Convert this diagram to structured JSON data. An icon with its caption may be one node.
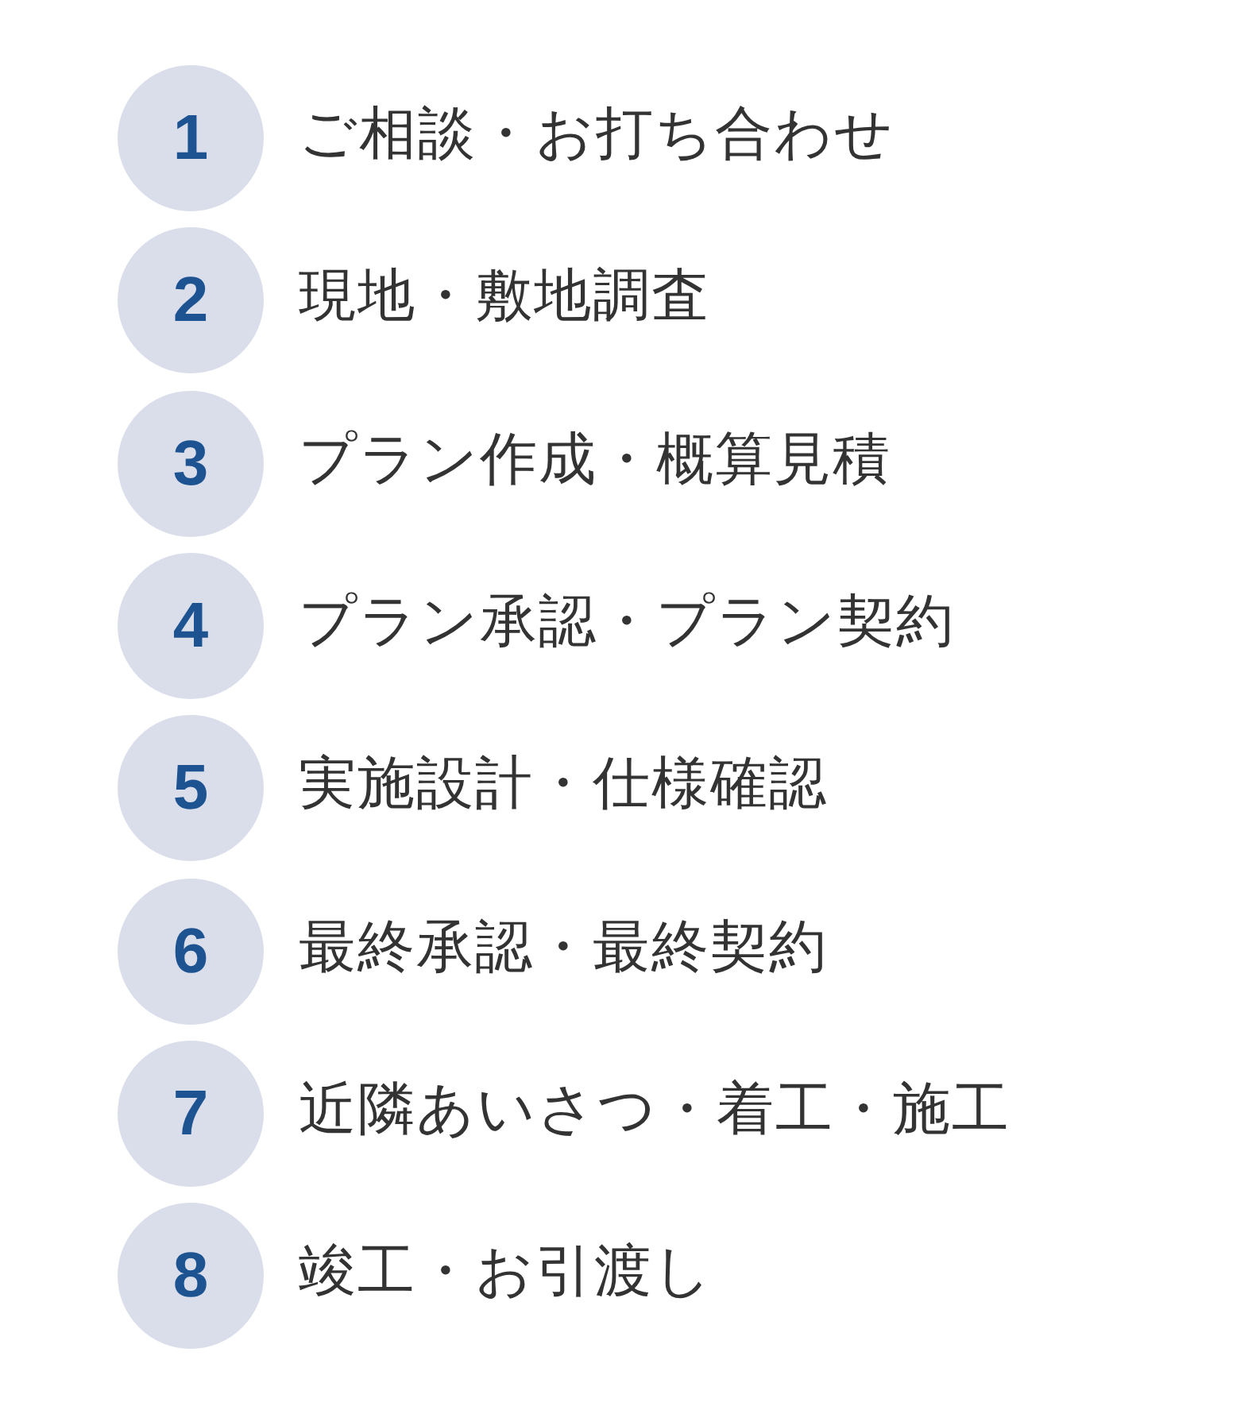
{
  "diagram": {
    "nodes": [
      {
        "text": [
          "1"
        ],
        "beside": [
          "ご相談・お打ち合わせ"
        ]
      },
      {
        "text": [
          "2"
        ],
        "beside": [
          "現地・敷地調査"
        ]
      },
      {
        "text": [
          "3"
        ],
        "beside": [
          "プラン作成・概算見積"
        ]
      },
      {
        "text": [
          "4"
        ],
        "beside": [
          "プラン承認・プラン契約"
        ]
      },
      {
        "text": [
          "5"
        ],
        "beside": [
          "実施設計・仕様確認"
        ]
      },
      {
        "text": [
          "6"
        ],
        "beside": [
          "最終承認・最終契約"
        ]
      },
      {
        "text": [
          "7"
        ],
        "beside": [
          "近隣あいさつ・着工・施工"
        ]
      },
      {
        "text": [
          "8"
        ],
        "beside": [
          "竣工・お引渡し"
        ]
      }
    ]
  }
}
